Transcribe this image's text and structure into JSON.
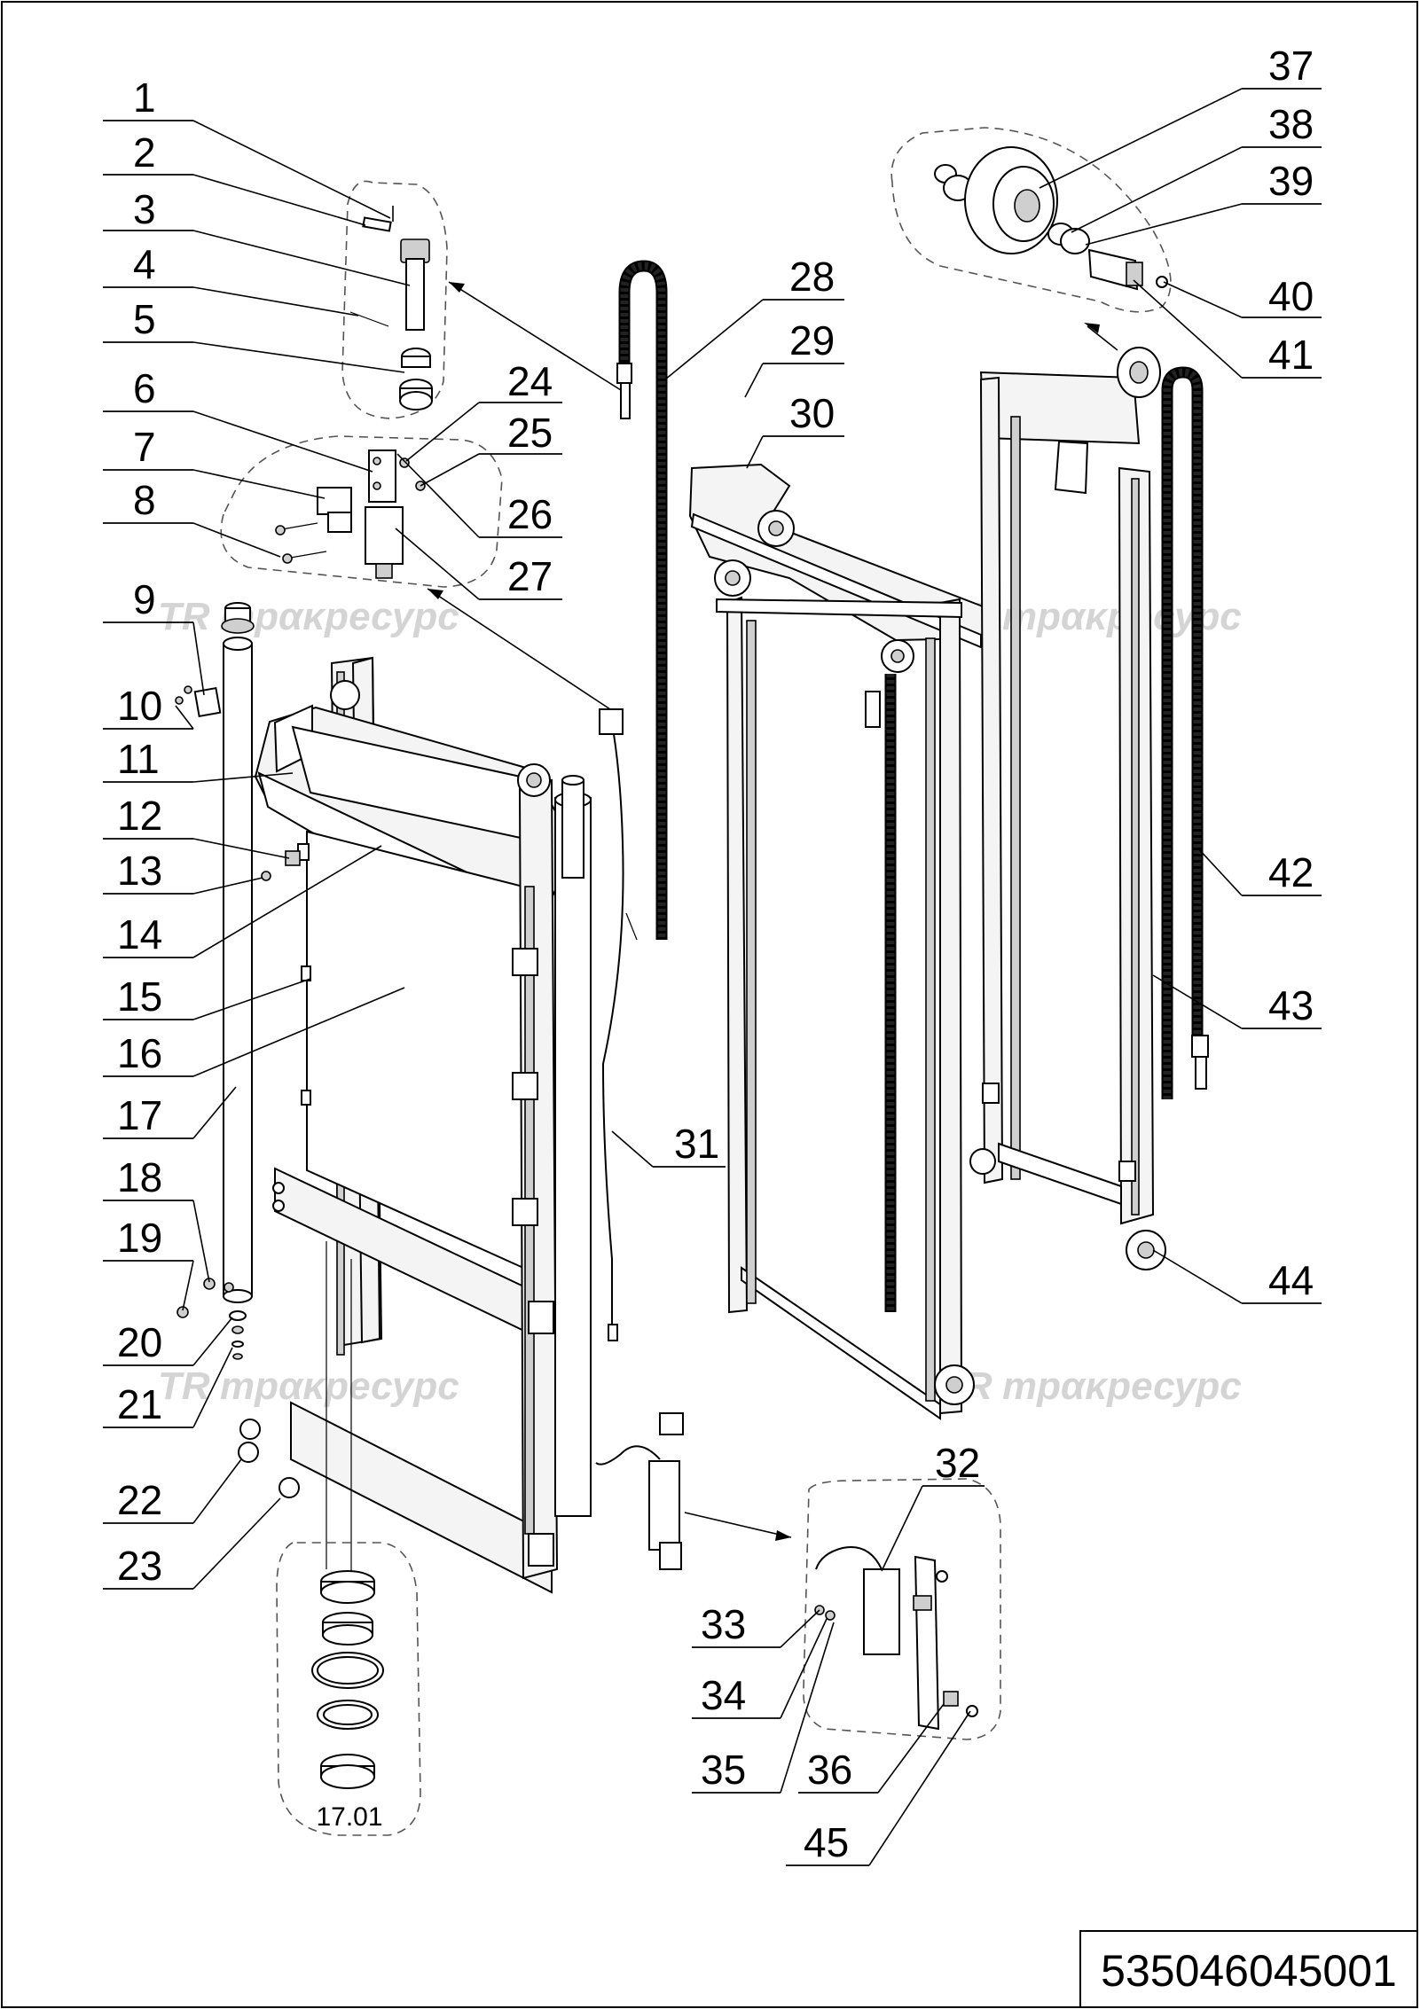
{
  "document_code": "535046045001",
  "watermark": "трακресурс",
  "watermark_logo": "TR",
  "subassembly_label": "17.01",
  "callouts_left": [
    "1",
    "2",
    "3",
    "4",
    "5",
    "6",
    "7",
    "8",
    "9",
    "10",
    "11",
    "12",
    "13",
    "14",
    "15",
    "16",
    "17",
    "18",
    "19",
    "20",
    "21",
    "22",
    "23"
  ],
  "callouts_mid": [
    "24",
    "25",
    "26",
    "27",
    "28",
    "29",
    "30",
    "31"
  ],
  "callouts_right": [
    "37",
    "38",
    "39",
    "40",
    "41",
    "42",
    "43",
    "44"
  ],
  "callouts_bottom": [
    "32",
    "33",
    "34",
    "35",
    "36",
    "45"
  ]
}
